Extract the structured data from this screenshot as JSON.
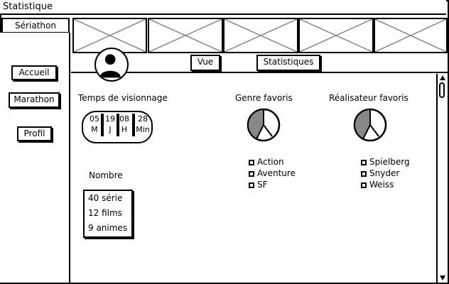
{
  "window": {
    "title": "Statistique"
  },
  "app_tab": {
    "label": "Sériathon"
  },
  "sidebar": {
    "items": [
      {
        "label": "Accueil"
      },
      {
        "label": "Marathon"
      },
      {
        "label": "Profil"
      }
    ]
  },
  "banner": {
    "placeholder_count": 5
  },
  "nav": {
    "vue_label": "Vue",
    "stats_label": "Statistiques"
  },
  "stats": {
    "watch_time": {
      "title": "Temps de visionnage",
      "units": [
        {
          "value": "05",
          "unit": "M"
        },
        {
          "value": "19",
          "unit": "J"
        },
        {
          "value": "08",
          "unit": "H"
        },
        {
          "value": "28",
          "unit": "Min"
        }
      ]
    },
    "count": {
      "title": "Nombre",
      "items": [
        {
          "label": "40 série"
        },
        {
          "label": "12 films"
        },
        {
          "label": "9 animes"
        }
      ]
    },
    "genre": {
      "title": "Genre favoris",
      "items": [
        {
          "label": "Action"
        },
        {
          "label": "Aventure"
        },
        {
          "label": "SF"
        }
      ]
    },
    "director": {
      "title": "Réalisateur favoris",
      "items": [
        {
          "label": "Spielberg"
        },
        {
          "label": "Snyder"
        },
        {
          "label": "Weiss"
        }
      ]
    }
  },
  "colors": {
    "stroke": "#000000",
    "pie_fill": "#888888",
    "background": "#ffffff"
  }
}
